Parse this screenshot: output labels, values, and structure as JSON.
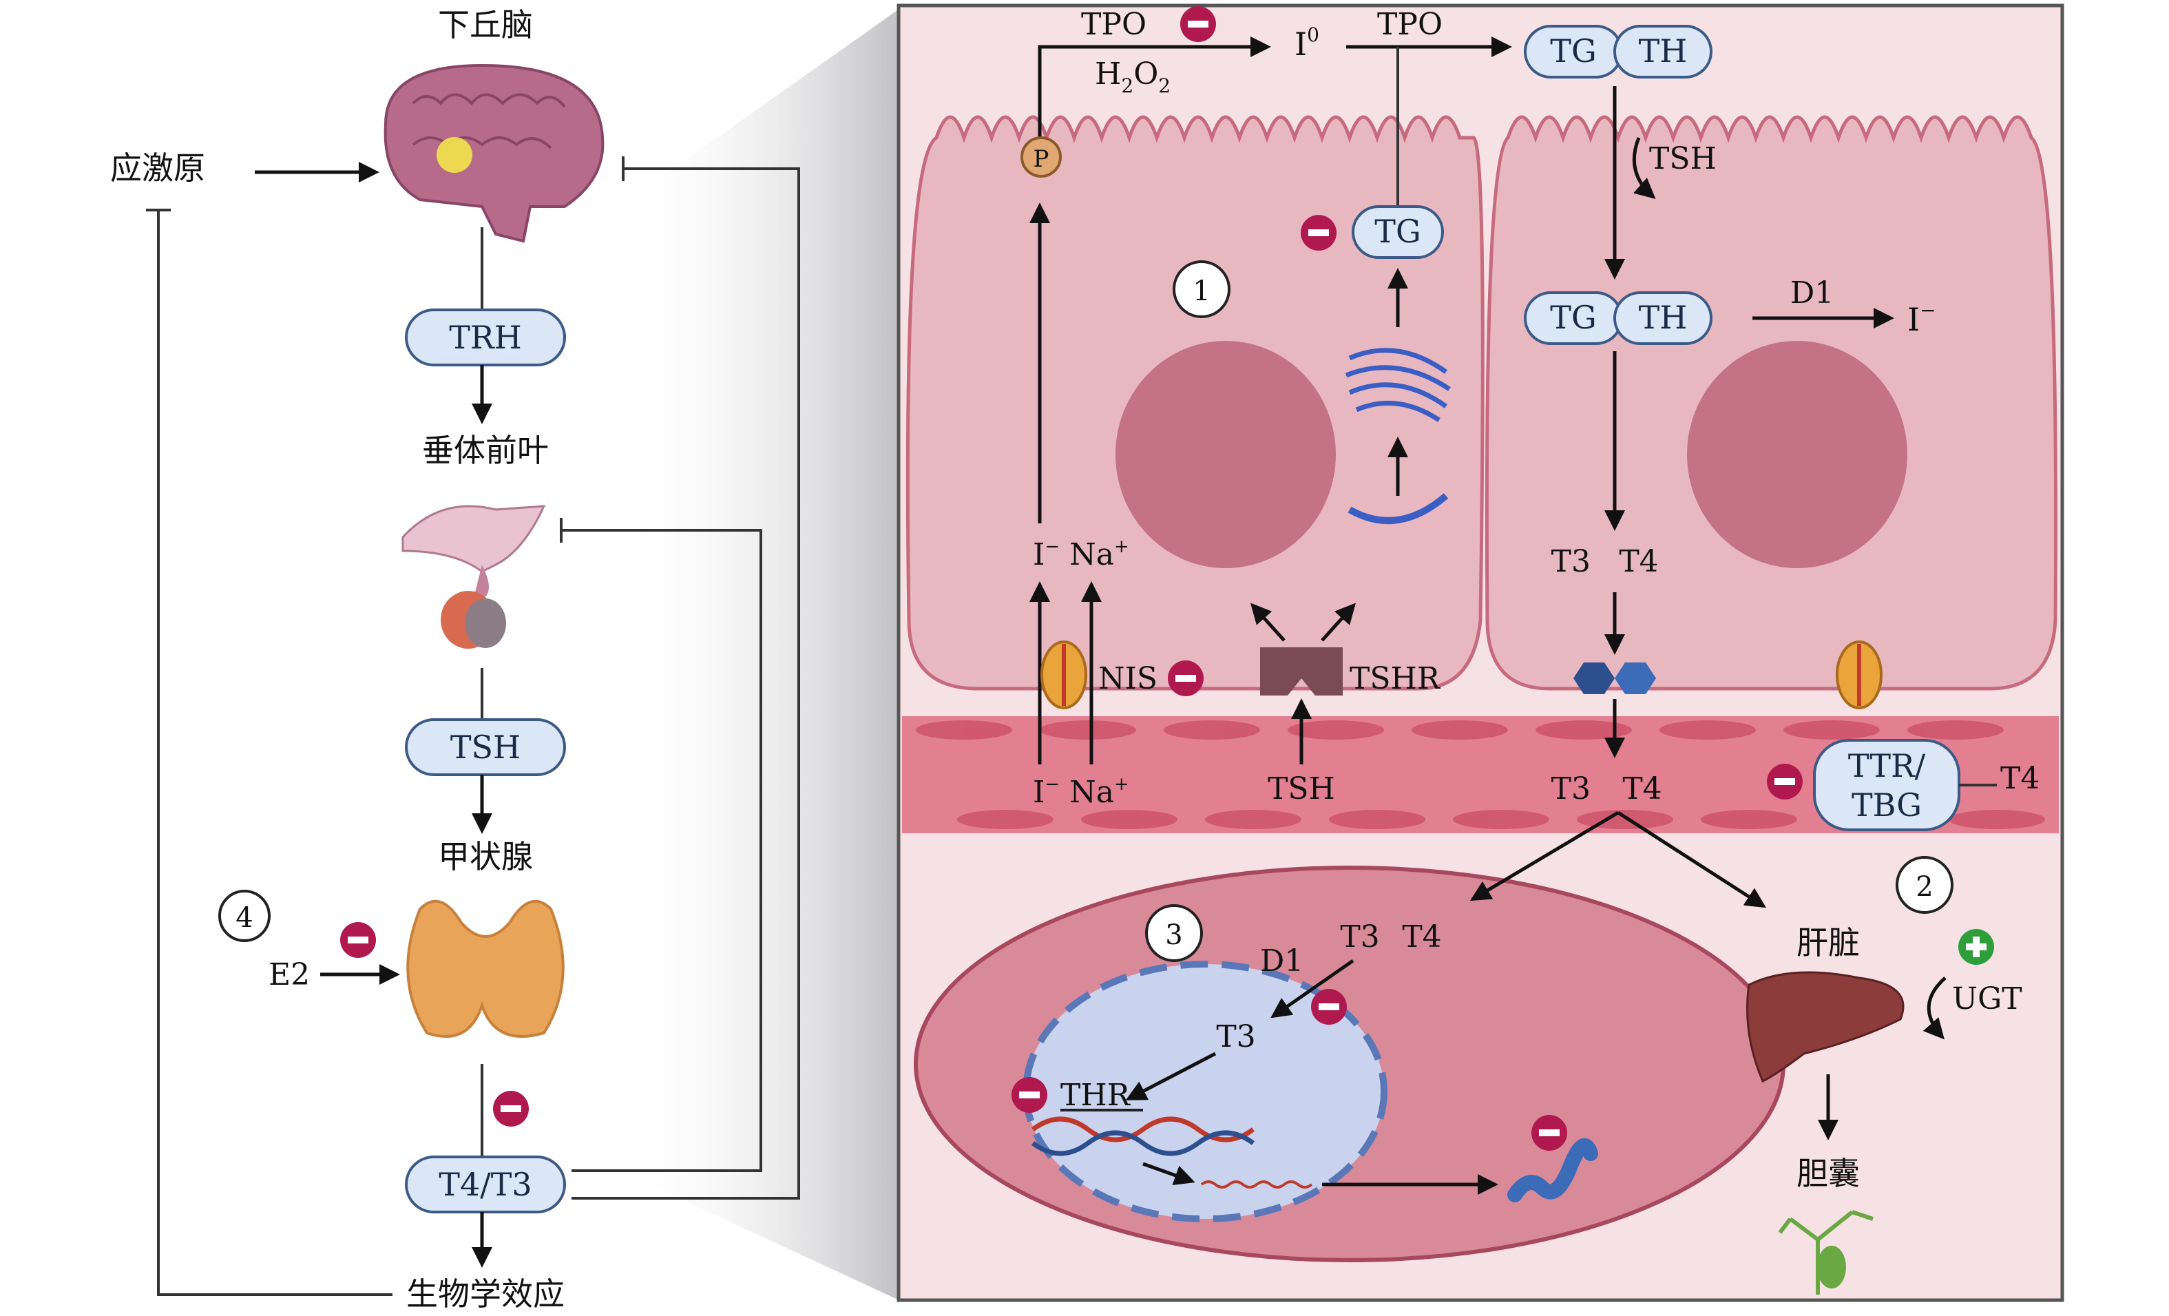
{
  "axis": {
    "hypothalamus": "下丘脑",
    "stressor": "应激原",
    "trh": "TRH",
    "pituitary": "垂体前叶",
    "tsh": "TSH",
    "thyroid": "甲状腺",
    "e2": "E2",
    "hormone": "T4/T3",
    "effect": "生物学效应",
    "marker4": "4"
  },
  "cell": {
    "marker1": "1",
    "marker2": "2",
    "marker3": "3",
    "tpo_left": "TPO",
    "h2o2": "H",
    "h2o2_sub1": "2",
    "h2o2_o": "O",
    "h2o2_sub2": "2",
    "i0": "I",
    "i0_sup": "0",
    "tpo_right": "TPO",
    "tg_top": "TG",
    "th_top": "TH",
    "tsh_curve": "TSH",
    "tg_mid": "TG",
    "th_mid": "TH",
    "d1_top": "D1",
    "iodide_top": "I",
    "iodide_top_sup": "−",
    "tg_golgi": "TG",
    "p": "P",
    "i_na_upper_i": "I",
    "i_na_upper_na": "Na",
    "i_na_lower_i": "I",
    "i_na_lower_na": "Na",
    "nis": "NIS",
    "tshr": "TSHR",
    "tsh_blood": "TSH",
    "t3_cell": "T3",
    "t4_cell": "T4",
    "t3_blood": "T3",
    "t4_blood": "T4",
    "ttr": "TTR/",
    "tbg": "TBG",
    "t4_side": "T4",
    "t3_target": "T3",
    "t4_target": "T4",
    "d1_target": "D1",
    "t3_nuc": "T3",
    "thr": "THR",
    "liver": "肝脏",
    "ugt": "UGT",
    "gallbladder": "胆囊"
  },
  "colors": {
    "inhibit": "#b0194d",
    "stimulate": "#2e9e3a",
    "cell_fill": "#e8b8c0",
    "vessel": "#e27f91"
  }
}
